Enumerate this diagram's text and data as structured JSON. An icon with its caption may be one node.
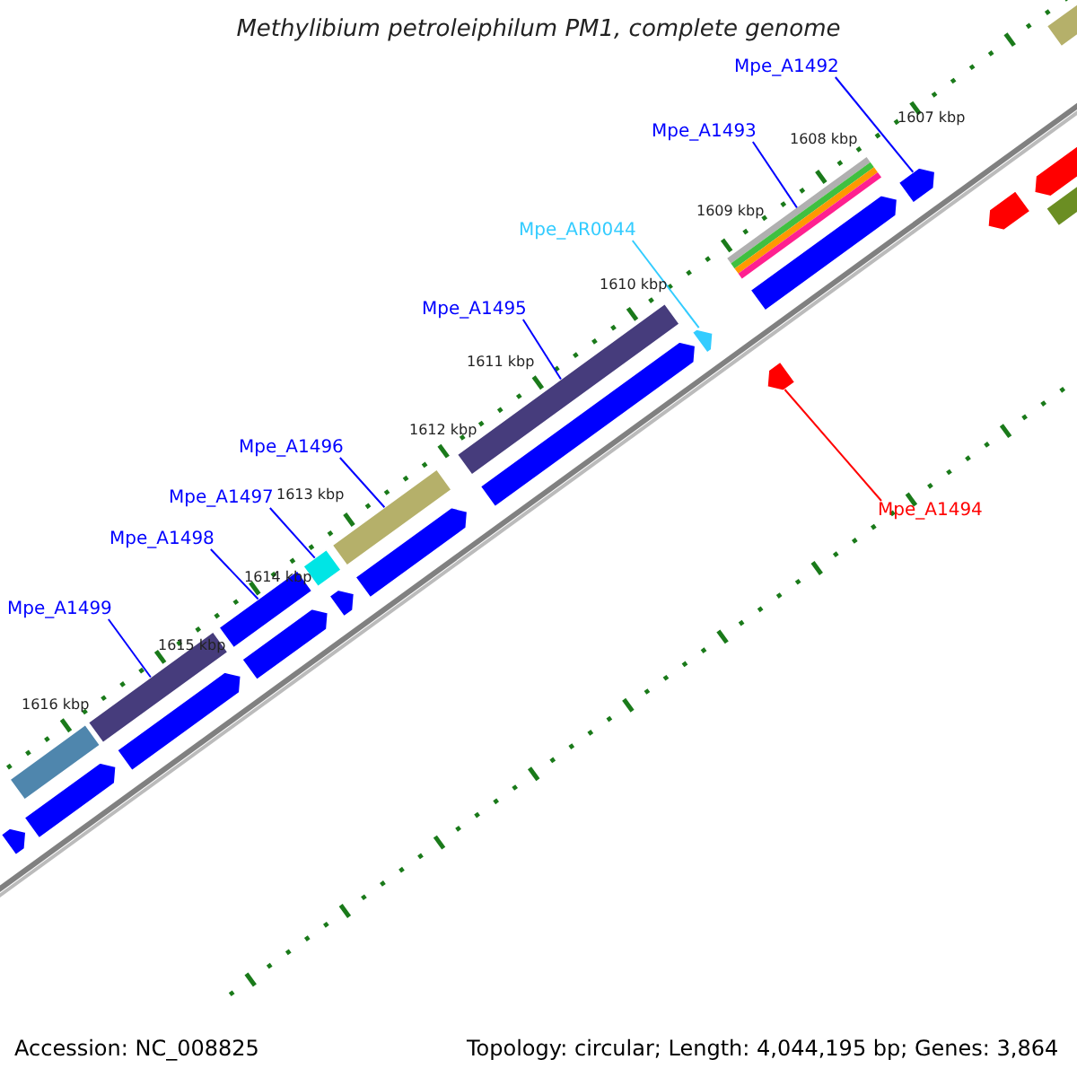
{
  "diagram": {
    "title": "Methylibium petroleiphilum PM1, complete genome",
    "nodes": [
      {
        "text": [
          "Mpe_A1492"
        ]
      },
      {
        "text": [
          "Mpe_A1493"
        ]
      },
      {
        "text": [
          "Mpe_AR0044"
        ]
      },
      {
        "text": [
          "Mpe_A1495"
        ]
      },
      {
        "text": [
          "Mpe_A1496"
        ]
      },
      {
        "text": [
          "Mpe_A1497"
        ]
      },
      {
        "text": [
          "Mpe_A1494"
        ]
      },
      {
        "text": [
          "Mpe_A1498"
        ]
      },
      {
        "text": [
          "Mpe_A1499"
        ]
      },
      {
        "text": [],
        "shape": "pentagon"
      },
      {
        "text": [],
        "shape": "bar"
      },
      {
        "text": [],
        "shape": "pentagon"
      },
      {
        "text": [],
        "shape": "bar"
      },
      {
        "text": [],
        "shape": "bar"
      },
      {
        "text": [],
        "shape": "bar"
      },
      {
        "text": [],
        "shape": "pentagon"
      },
      {
        "text": [],
        "shape": "bar"
      },
      {
        "text": [],
        "shape": "bar"
      },
      {
        "text": [],
        "shape": "bar"
      },
      {
        "text": [],
        "shape": "pentagon"
      },
      {
        "text": [],
        "shape": "pentagon"
      },
      {
        "text": [],
        "shape": "pentagon"
      },
      {
        "text": [],
        "shape": "pentagon"
      },
      {
        "text": [],
        "shape": "pentagon"
      },
      {
        "text": [],
        "shape": "pentagon"
      },
      {
        "text": [],
        "shape": "pentagon"
      },
      {
        "text": [],
        "shape": "pentagon"
      },
      {
        "text": [],
        "shape": "pentagon"
      },
      {
        "text": [],
        "shape": "pentagon"
      },
      {
        "text": [],
        "shape": "bar"
      },
      {
        "text": [],
        "shape": "bar"
      }
    ],
    "edges": [
      {
        "from": 0,
        "to": 9,
        "arrow": "none"
      },
      {
        "from": 1,
        "to": 10,
        "arrow": "none"
      },
      {
        "from": 2,
        "to": 11,
        "arrow": "none",
        "color": "#33ccff"
      },
      {
        "from": 3,
        "to": 12,
        "arrow": "none"
      },
      {
        "from": 4,
        "to": 13,
        "arrow": "none"
      },
      {
        "from": 5,
        "to": 14,
        "arrow": "none"
      },
      {
        "from": 6,
        "to": 15,
        "arrow": "none",
        "color": "#ff0000"
      },
      {
        "from": 7,
        "to": 16,
        "arrow": "none"
      },
      {
        "from": 8,
        "to": 17,
        "arrow": "none"
      }
    ],
    "labels": [
      "1607 kbp",
      "1608 kbp",
      "1609 kbp",
      "1610 kbp",
      "1611 kbp",
      "1612 kbp",
      "1613 kbp",
      "1614 kbp",
      "1615 kbp",
      "1616 kbp",
      "Accession: NC_008825",
      "Topology: circular; Length: 4,044,195 bp; Genes: 3,864"
    ]
  }
}
